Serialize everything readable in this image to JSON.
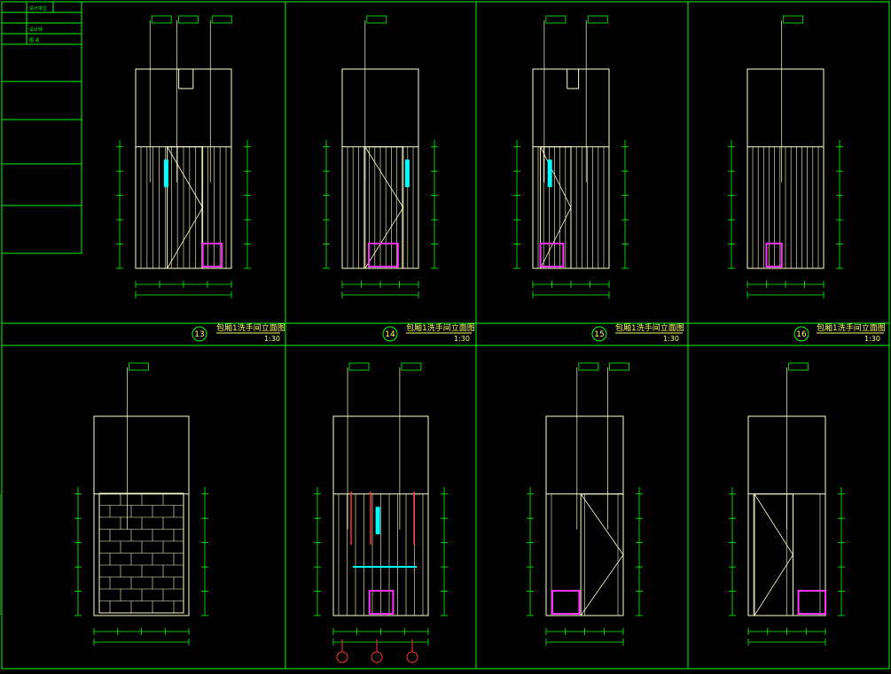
{
  "colors": {
    "frame": "#00ff00",
    "outline": "#ffffcc",
    "dimension": "#00ff00",
    "fixture": "#ff33ff",
    "accent": "#00ffff",
    "marker": "#ff3333",
    "text": "#ffff66"
  },
  "drawings": [
    {
      "number": "13",
      "title": "包厢1洗手间立面图",
      "scale": "1:30"
    },
    {
      "number": "14",
      "title": "包厢1洗手间立面图",
      "scale": "1:30"
    },
    {
      "number": "15",
      "title": "包厢1洗手间立面图",
      "scale": "1:30"
    },
    {
      "number": "16",
      "title": "包厢1洗手间立面图",
      "scale": "1:30"
    }
  ],
  "title_block": {
    "rows": [
      "设计单位",
      "设计师",
      "图 名"
    ]
  }
}
